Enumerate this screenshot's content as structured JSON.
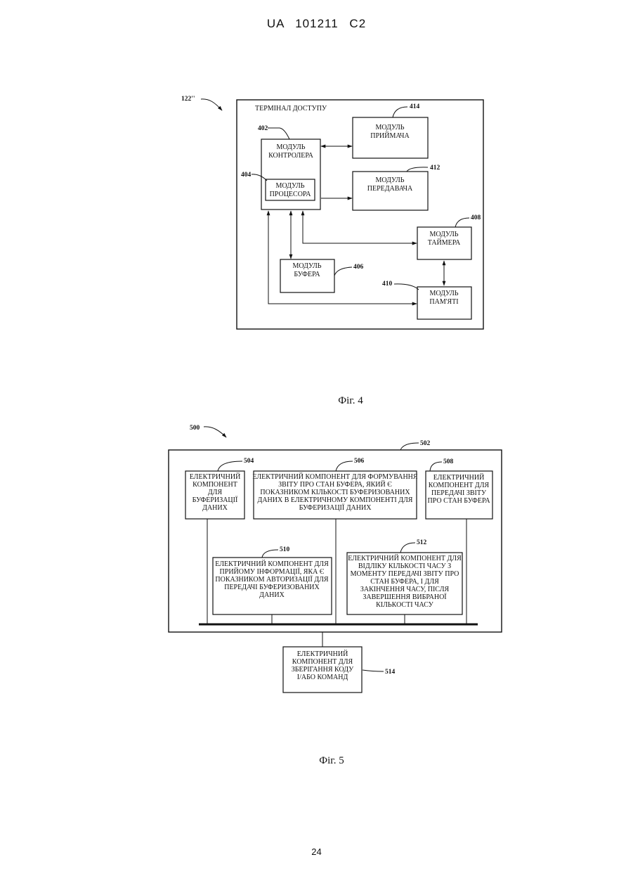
{
  "header": {
    "doc_id": "UA 101211 C2"
  },
  "page_number": "24",
  "fig4": {
    "caption": "Фіг. 4",
    "system_ref": "122''",
    "frame_label": "ТЕРМІНАЛ ДОСТУПУ",
    "controller": {
      "ref": "402",
      "lines": [
        "МОДУЛЬ",
        "КОНТРОЛЕРА"
      ]
    },
    "processor": {
      "ref": "404",
      "lines": [
        "МОДУЛЬ",
        "ПРОЦЕСОРА"
      ]
    },
    "receiver": {
      "ref": "414",
      "lines": [
        "МОДУЛЬ",
        "ПРИЙМАЧА"
      ]
    },
    "transmitter": {
      "ref": "412",
      "lines": [
        "МОДУЛЬ",
        "ПЕРЕДАВАЧА"
      ]
    },
    "timer": {
      "ref": "408",
      "lines": [
        "МОДУЛЬ",
        "ТАЙМЕРА"
      ]
    },
    "buffer": {
      "ref": "406",
      "lines": [
        "МОДУЛЬ",
        "БУФЕРА"
      ]
    },
    "memory": {
      "ref": "410",
      "lines": [
        "МОДУЛЬ",
        "ПАМ'ЯТІ"
      ]
    }
  },
  "fig5": {
    "caption": "Фіг. 5",
    "system_ref": "500",
    "frame_ref": "502",
    "c504": {
      "ref": "504",
      "lines": [
        "ЕЛЕКТРИЧНИЙ",
        "КОМПОНЕНТ",
        "ДЛЯ",
        "БУФЕРИЗАЦІЇ",
        "ДАНИХ"
      ]
    },
    "c506": {
      "ref": "506",
      "lines": [
        "ЕЛЕКТРИЧНИЙ КОМПОНЕНТ ДЛЯ ФОРМУВАННЯ",
        "ЗВІТУ ПРО СТАН БУФЕРА, ЯКИЙ Є",
        "ПОКАЗНИКОМ КІЛЬКОСТІ БУФЕРИЗОВАНИХ",
        "ДАНИХ В ЕЛЕКТРИЧНОМУ КОМПОНЕНТІ ДЛЯ",
        "БУФЕРИЗАЦІЇ ДАНИХ"
      ]
    },
    "c508": {
      "ref": "508",
      "lines": [
        "ЕЛЕКТРИЧНИЙ",
        "КОМПОНЕНТ ДЛЯ",
        "ПЕРЕДАЧІ ЗВІТУ",
        "ПРО СТАН БУФЕРА"
      ]
    },
    "c510": {
      "ref": "510",
      "lines": [
        "ЕЛЕКТРИЧНИЙ КОМПОНЕНТ ДЛЯ",
        "ПРИЙОМУ ІНФОРМАЦІЇ, ЯКА Є",
        "ПОКАЗНИКОМ АВТОРИЗАЦІЇ ДЛЯ",
        "ПЕРЕДАЧІ БУФЕРИЗОВАНИХ",
        "ДАНИХ"
      ]
    },
    "c512": {
      "ref": "512",
      "lines": [
        "ЕЛЕКТРИЧНИЙ КОМПОНЕНТ ДЛЯ",
        "ВІДЛІКУ КІЛЬКОСТІ ЧАСУ З",
        "МОМЕНТУ ПЕРЕДАЧІ ЗВІТУ ПРО",
        "СТАН БУФЕРА, І ДЛЯ",
        "ЗАКІНЧЕННЯ ЧАСУ, ПІСЛЯ",
        "ЗАВЕРШЕННЯ ВИБРАНОЇ",
        "КІЛЬКОСТІ ЧАСУ"
      ]
    },
    "c514": {
      "ref": "514",
      "lines": [
        "ЕЛЕКТРИЧНИЙ",
        "КОМПОНЕНТ ДЛЯ",
        "ЗБЕРІГАННЯ КОДУ",
        "І/АБО КОМАНД"
      ]
    }
  }
}
